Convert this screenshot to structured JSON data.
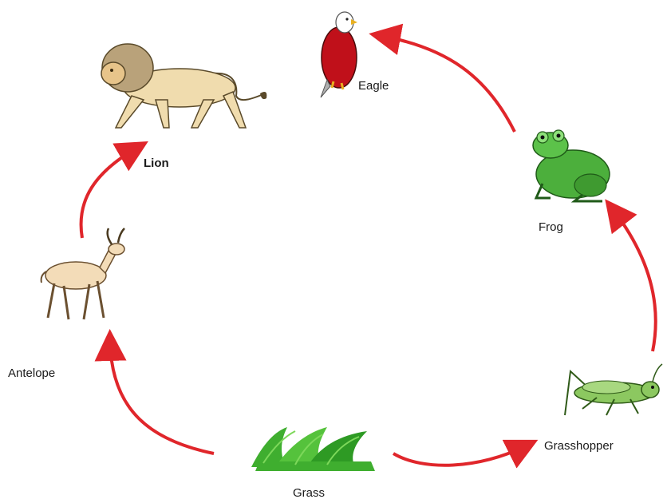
{
  "organisms": {
    "eagle": "Eagle",
    "lion": "Lion",
    "frog": "Frog",
    "antelope": "Antelope",
    "grasshopper": "Grasshopper",
    "grass": "Grass"
  },
  "colors": {
    "arrow": "#e0262b",
    "lion_body": "#f0dcae",
    "lion_mane": "#b9a27a",
    "eagle_body": "#c0101a",
    "eagle_head": "#ffffff",
    "frog_body": "#4caf3c",
    "antelope_body": "#f3dcb8",
    "grasshopper_body": "#8cc860",
    "grass": "#3fae2f"
  }
}
